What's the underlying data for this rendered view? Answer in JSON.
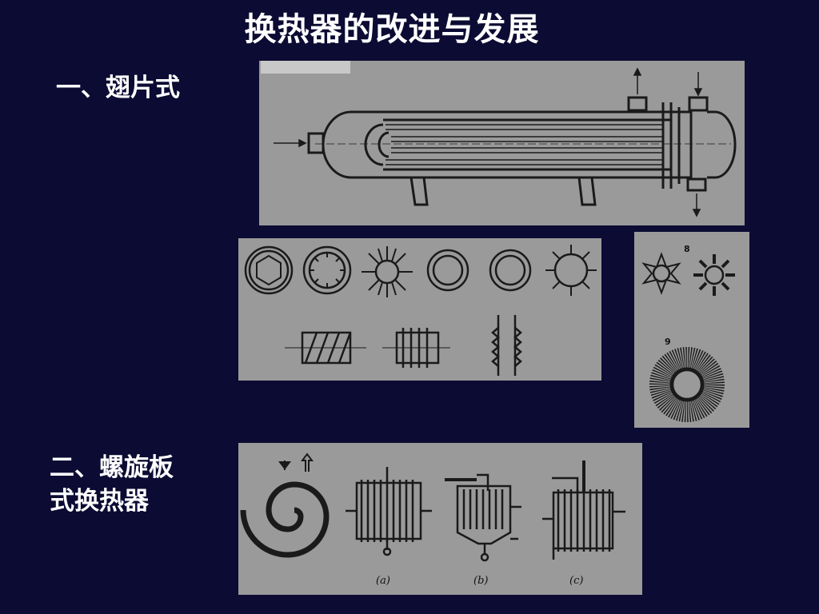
{
  "slide": {
    "title": "换热器的改进与发展",
    "section1": "一、翅片式",
    "section2_line1": "二、螺旋板",
    "section2_line2": "式换热器"
  },
  "figures": {
    "fins_right": {
      "label_top": "8",
      "label_bottom": "9"
    },
    "spiral": {
      "caption_a": "(a)",
      "caption_b": "(b)",
      "caption_c": "(c)"
    }
  },
  "colors": {
    "background": "#0b0b33",
    "panel": "#9a9a9a",
    "ink": "#1a1a1a",
    "text": "#ffffff"
  }
}
